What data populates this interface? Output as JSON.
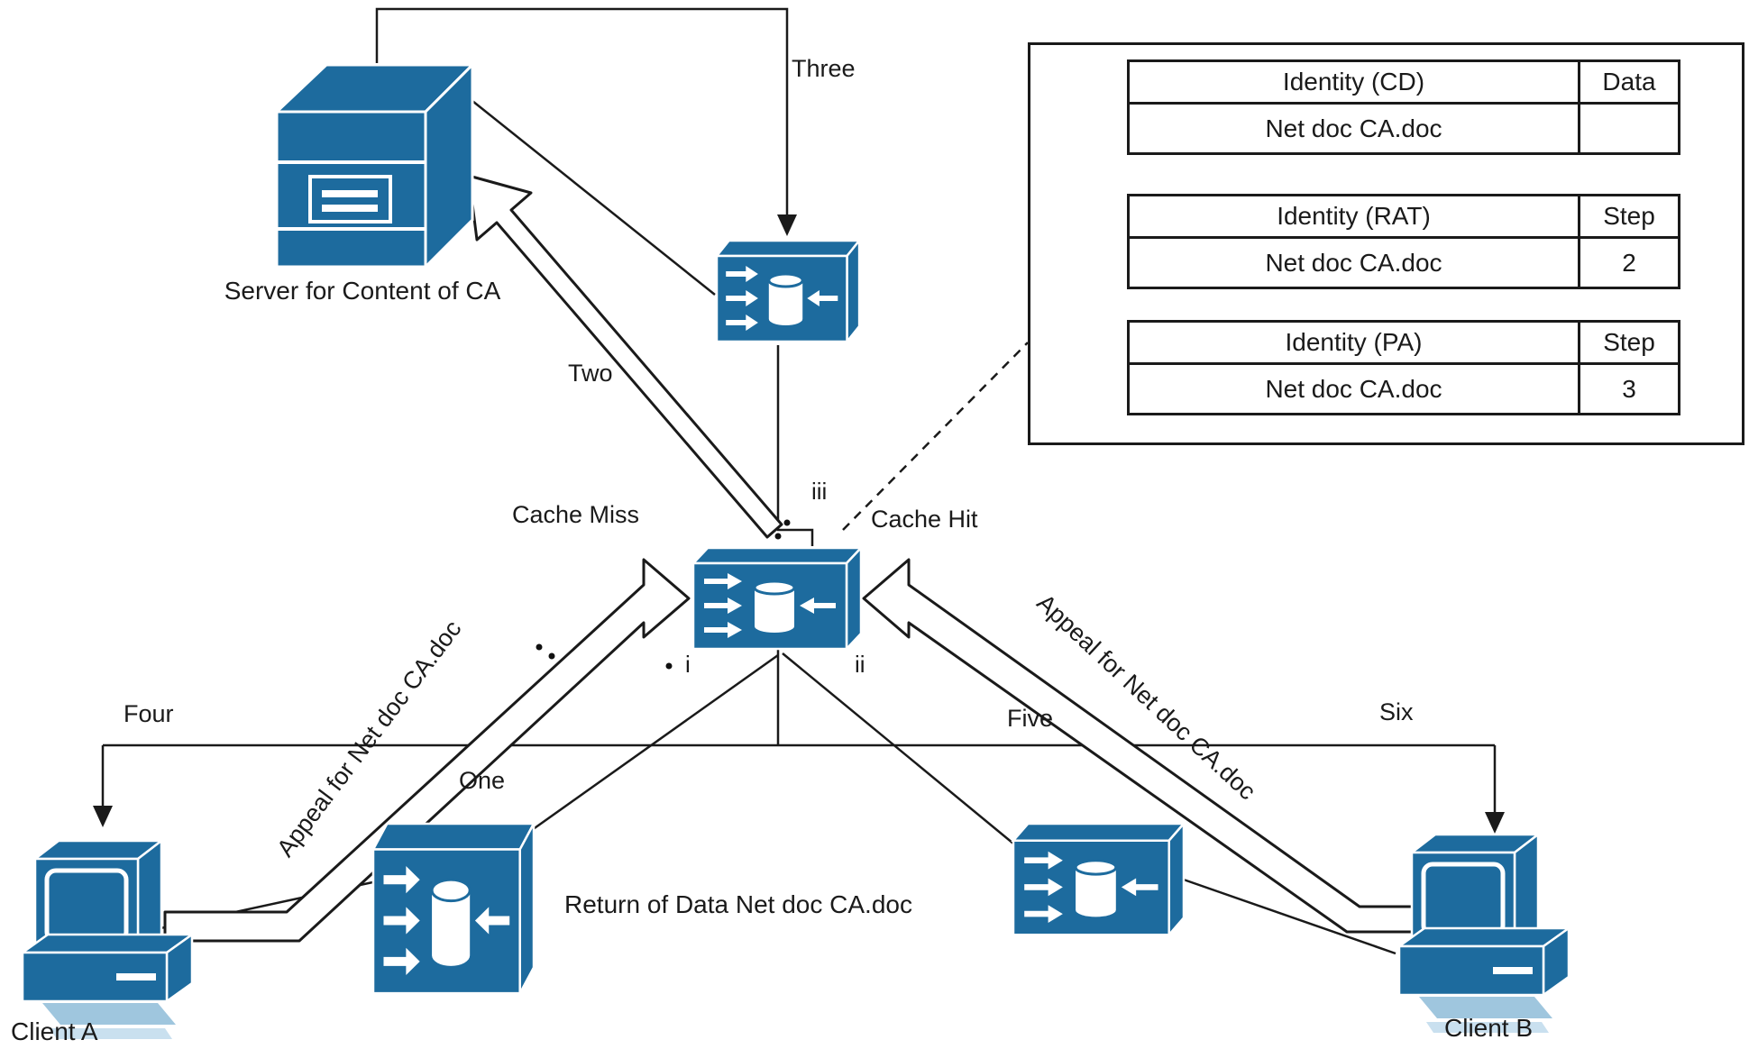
{
  "diagram": {
    "server_label": "Server for Content of CA",
    "client_a_label": "Client A",
    "client_b_label": "Client B",
    "cache_miss": "Cache Miss",
    "cache_hit": "Cache Hit",
    "appeal_left": "Appeal for Net doc CA.doc",
    "appeal_right": "Appeal for Net doc CA.doc",
    "return_label": "Return of Data Net doc CA.doc",
    "steps": {
      "one": "One",
      "two": "Two",
      "three": "Three",
      "four": "Four",
      "five": "Five",
      "six": "Six"
    },
    "substeps": {
      "i": "i",
      "ii": "ii",
      "iii": "iii"
    },
    "icons": {
      "server": "server-icon",
      "cache_node": "cache-engine-icon",
      "client": "desktop-pc-icon"
    },
    "colors": {
      "node_blue": "#1d6b9e",
      "line_black": "#1a1a1a",
      "keyboard_blue": "#9fc6de",
      "keyboard_light": "#c9e0ef"
    }
  },
  "panel": {
    "tables": [
      {
        "header": [
          "Identity (CD)",
          "Data"
        ],
        "rows": [
          [
            "Net doc CA.doc",
            ""
          ]
        ]
      },
      {
        "header": [
          "Identity (RAT)",
          "Step"
        ],
        "rows": [
          [
            "Net doc CA.doc",
            "2"
          ]
        ]
      },
      {
        "header": [
          "Identity (PA)",
          "Step"
        ],
        "rows": [
          [
            "Net doc CA.doc",
            "3"
          ]
        ]
      }
    ]
  }
}
